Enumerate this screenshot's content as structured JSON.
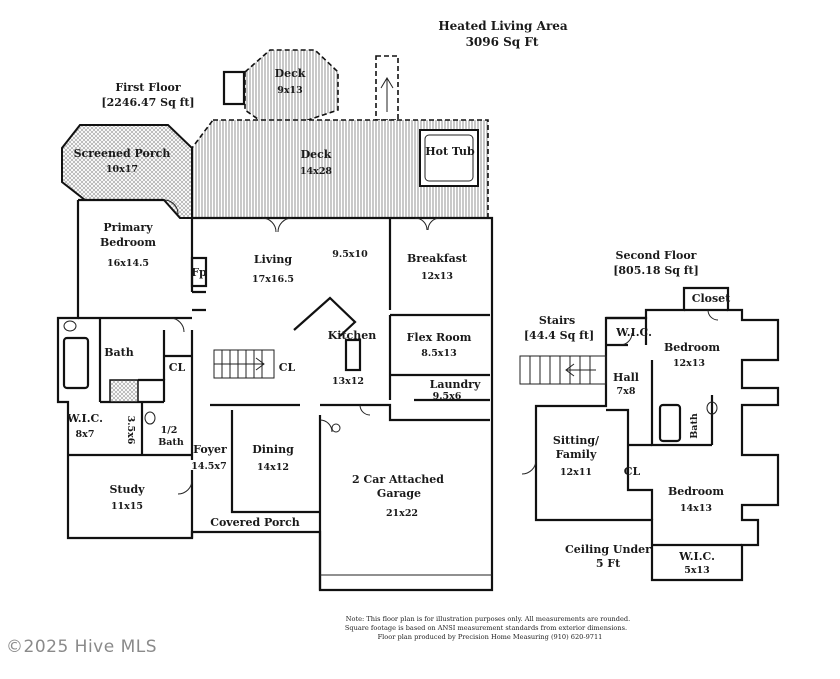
{
  "header": {
    "title": "Heated Living Area",
    "total": "3096 Sq Ft"
  },
  "first_floor": {
    "title": "First Floor",
    "area": "[2246.47 Sq ft]"
  },
  "second_floor": {
    "title": "Second Floor",
    "area": "[805.18 Sq ft]"
  },
  "stairs": {
    "title": "Stairs",
    "area": "[44.4 Sq ft]"
  },
  "ceiling_note": {
    "line1": "Ceiling Under",
    "line2": "5 Ft"
  },
  "rooms": {
    "deck_small": {
      "name": "Deck",
      "dims": "9x13"
    },
    "deck_main": {
      "name": "Deck",
      "dims": "14x28"
    },
    "hot_tub": {
      "name": "Hot Tub"
    },
    "screened_porch": {
      "name": "Screened Porch",
      "dims": "10x17"
    },
    "primary_bedroom": {
      "name1": "Primary",
      "name2": "Bedroom",
      "dims": "16x14.5"
    },
    "fireplace": {
      "name": "Fp"
    },
    "living": {
      "name": "Living",
      "dims": "17x16.5"
    },
    "kitchen_nook": {
      "dims": "9.5x10"
    },
    "breakfast": {
      "name": "Breakfast",
      "dims": "12x13"
    },
    "kitchen": {
      "name": "Kitchen",
      "dims": "13x12"
    },
    "flex_room": {
      "name": "Flex Room",
      "dims": "8.5x13"
    },
    "laundry": {
      "name": "Laundry",
      "dims": "9.5x6"
    },
    "bath": {
      "name": "Bath"
    },
    "closet_cl1": {
      "name": "CL"
    },
    "closet_cl2": {
      "name": "CL"
    },
    "wic_primary": {
      "name": "W.I.C.",
      "dims": "8x7"
    },
    "linen": {
      "dims": "3.5x6"
    },
    "half_bath": {
      "name1": "1/2",
      "name2": "Bath"
    },
    "foyer": {
      "name": "Foyer",
      "dims": "14.5x7"
    },
    "dining": {
      "name": "Dining",
      "dims": "14x12"
    },
    "garage": {
      "name1": "2 Car Attached",
      "name2": "Garage",
      "dims": "21x22"
    },
    "study": {
      "name": "Study",
      "dims": "11x15"
    },
    "covered_porch": {
      "name": "Covered Porch"
    },
    "closet_upper": {
      "name": "Closet"
    },
    "wic_upper1": {
      "name": "W.I.C."
    },
    "bedroom_upper1": {
      "name": "Bedroom",
      "dims": "12x13"
    },
    "hall": {
      "name": "Hall",
      "dims": "7x8"
    },
    "bath_upper": {
      "name": "Bath"
    },
    "sitting_family": {
      "name1": "Sitting/",
      "name2": "Family",
      "dims": "12x11"
    },
    "closet_upper_cl": {
      "name": "CL"
    },
    "bedroom_upper2": {
      "name": "Bedroom",
      "dims": "14x13"
    },
    "wic_upper2": {
      "name": "W.I.C.",
      "dims": "5x13"
    }
  },
  "disclaimer": {
    "line1": "Note: This floor plan is for illustration purposes only. All measurements are rounded.",
    "line2": "Square footage is based on ANSI measurement standards from exterior dimensions.",
    "line3": "Floor plan produced by Precision Home Measuring (910) 620-9711"
  },
  "watermark": "©2025 Hive MLS"
}
